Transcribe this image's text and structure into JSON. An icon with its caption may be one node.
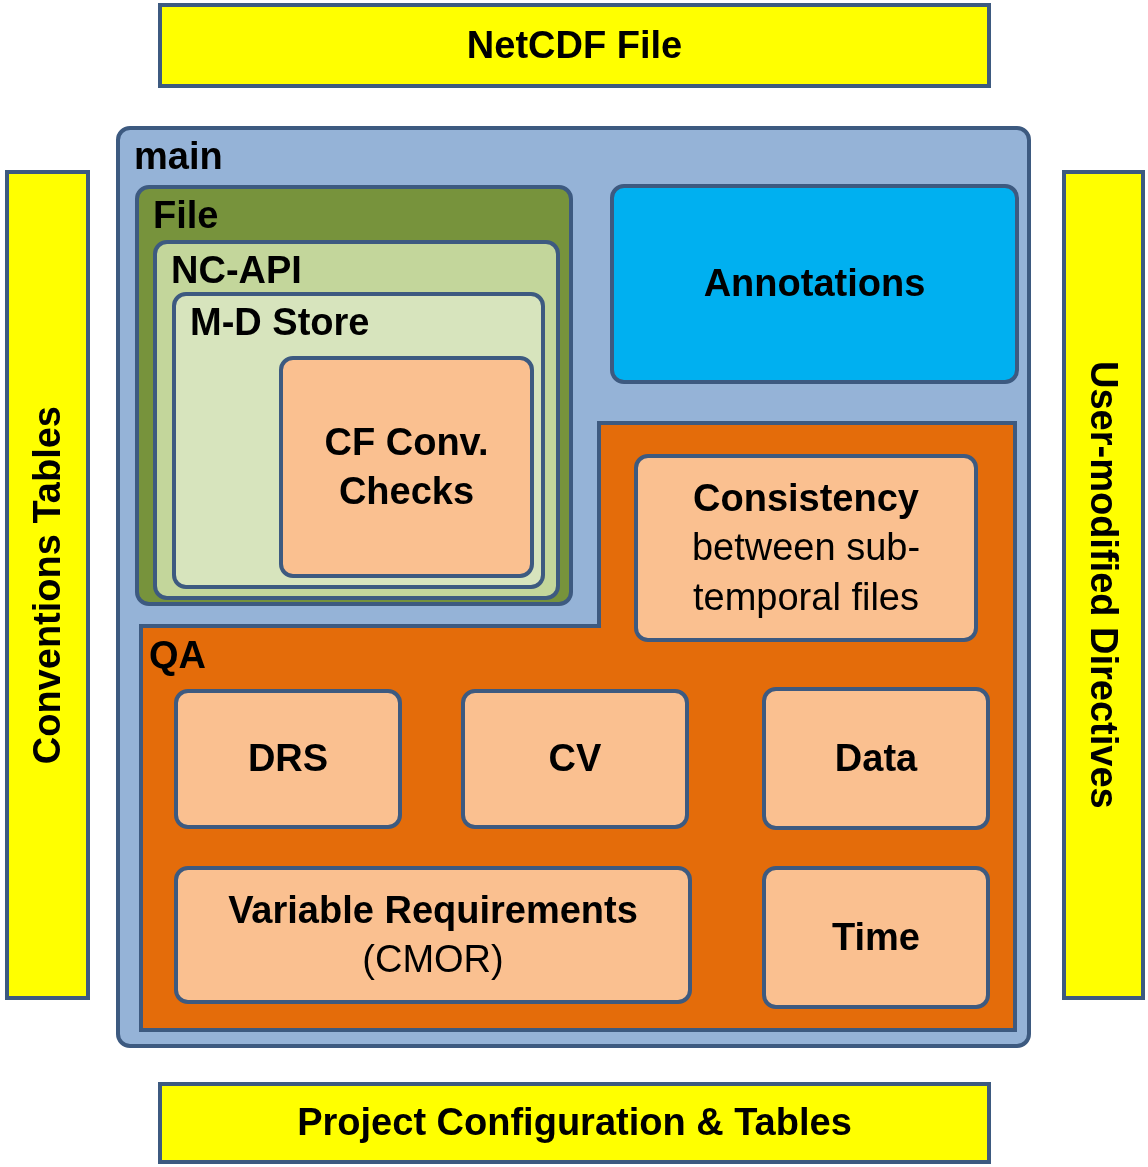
{
  "diagram": {
    "nodes": [
      {
        "text": [
          "NetCDF File"
        ]
      },
      {
        "text": [
          "Conventions Tables"
        ]
      },
      {
        "text": [
          "main"
        ]
      },
      {
        "text": [
          "File"
        ],
        "in": 2
      },
      {
        "text": [
          "NC-API"
        ],
        "in": 3
      },
      {
        "text": [
          "M-D Store"
        ],
        "in": 4
      },
      {
        "text": [
          "CF Conv. Checks"
        ],
        "in": 5
      },
      {
        "text": [
          "Annotations"
        ],
        "in": 2
      },
      {
        "text": [
          "QA"
        ],
        "in": 2
      },
      {
        "text": [
          "Consistency",
          "between sub-temporal files"
        ],
        "in": 8
      },
      {
        "text": [
          "DRS"
        ],
        "in": 8
      },
      {
        "text": [
          "CV"
        ],
        "in": 8
      },
      {
        "text": [
          "Data"
        ],
        "in": 8
      },
      {
        "text": [
          "Variable Requirements",
          "(CMOR)"
        ],
        "in": 8
      },
      {
        "text": [
          "Time"
        ],
        "in": 8
      },
      {
        "text": [
          "User-modified Directives"
        ]
      },
      {
        "text": [
          "Project Configuration & Tables"
        ]
      }
    ],
    "edges": []
  }
}
